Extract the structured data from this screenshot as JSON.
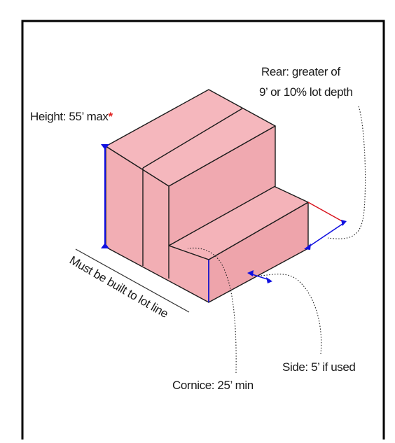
{
  "labels": {
    "rear_line1": "Rear: greater of",
    "rear_line2": "9’ or 10% lot depth",
    "height": "Height: 55’ max",
    "height_asterisk": "*",
    "lot_line": "Must be built to lot line",
    "side": "Side: 5’ if used",
    "cornice": "Cornice: 25’ min"
  },
  "colors": {
    "building_fill": "#f2aeb4",
    "building_fill_shade": "#eea4ab",
    "edge": "#1c1c1c",
    "dimension_blue": "#1010e0",
    "rear_setback_red": "#d8101a",
    "asterisk": "#e0201f",
    "border": "#000000"
  }
}
